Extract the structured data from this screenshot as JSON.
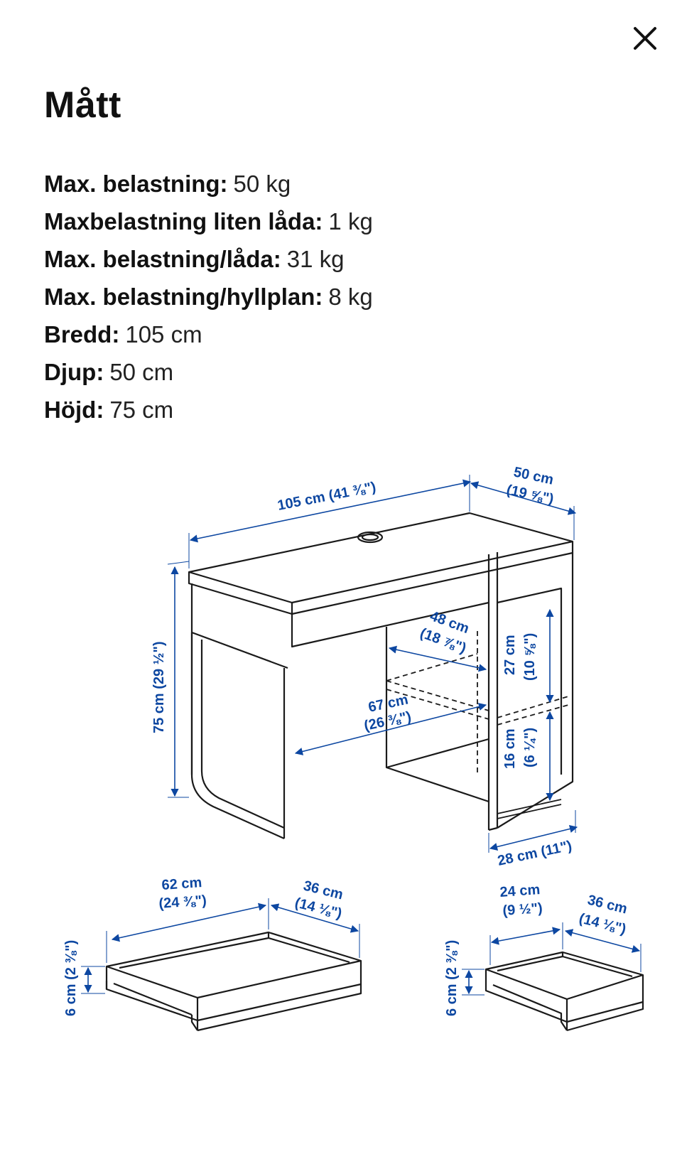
{
  "title": "Mått",
  "close_icon": "close-icon",
  "specs": [
    {
      "label": "Max. belastning:",
      "value": "50 kg"
    },
    {
      "label": "Maxbelastning liten låda:",
      "value": "1 kg"
    },
    {
      "label": "Max. belastning/låda:",
      "value": "31 kg"
    },
    {
      "label": "Max. belastning/hyllplan:",
      "value": "8 kg"
    },
    {
      "label": "Bredd:",
      "value": "105 cm"
    },
    {
      "label": "Djup:",
      "value": "50 cm"
    },
    {
      "label": "Höjd:",
      "value": "75 cm"
    }
  ],
  "colors": {
    "dimension": "#0d47a1",
    "line": "#1a1a1a"
  },
  "desk_dims": {
    "width": "105 cm (41 ⅜\")",
    "depth_cm": "50 cm",
    "depth_in": "(19 ⅝\")",
    "height": "75 cm (29 ½\")",
    "shelf_depth_cm": "48 cm",
    "shelf_depth_in": "(18 ⅞\")",
    "inner_width_cm": "67 cm",
    "inner_width_in": "(26 ⅜\")",
    "upper_space_cm": "27 cm",
    "upper_space_in": "(10 ⅝\")",
    "lower_space_cm": "16 cm",
    "lower_space_in": "(6 ¼\")",
    "cabinet_width": "28 cm (11\")"
  },
  "big_drawer": {
    "width_cm": "62 cm",
    "width_in": "(24 ⅜\")",
    "depth_cm": "36 cm",
    "depth_in": "(14 ⅛\")",
    "height": "6 cm (2 ⅜\")"
  },
  "small_drawer": {
    "width_cm": "24 cm",
    "width_in": "(9 ½\")",
    "depth_cm": "36 cm",
    "depth_in": "(14 ⅛\")",
    "height": "6 cm (2 ⅜\")"
  }
}
